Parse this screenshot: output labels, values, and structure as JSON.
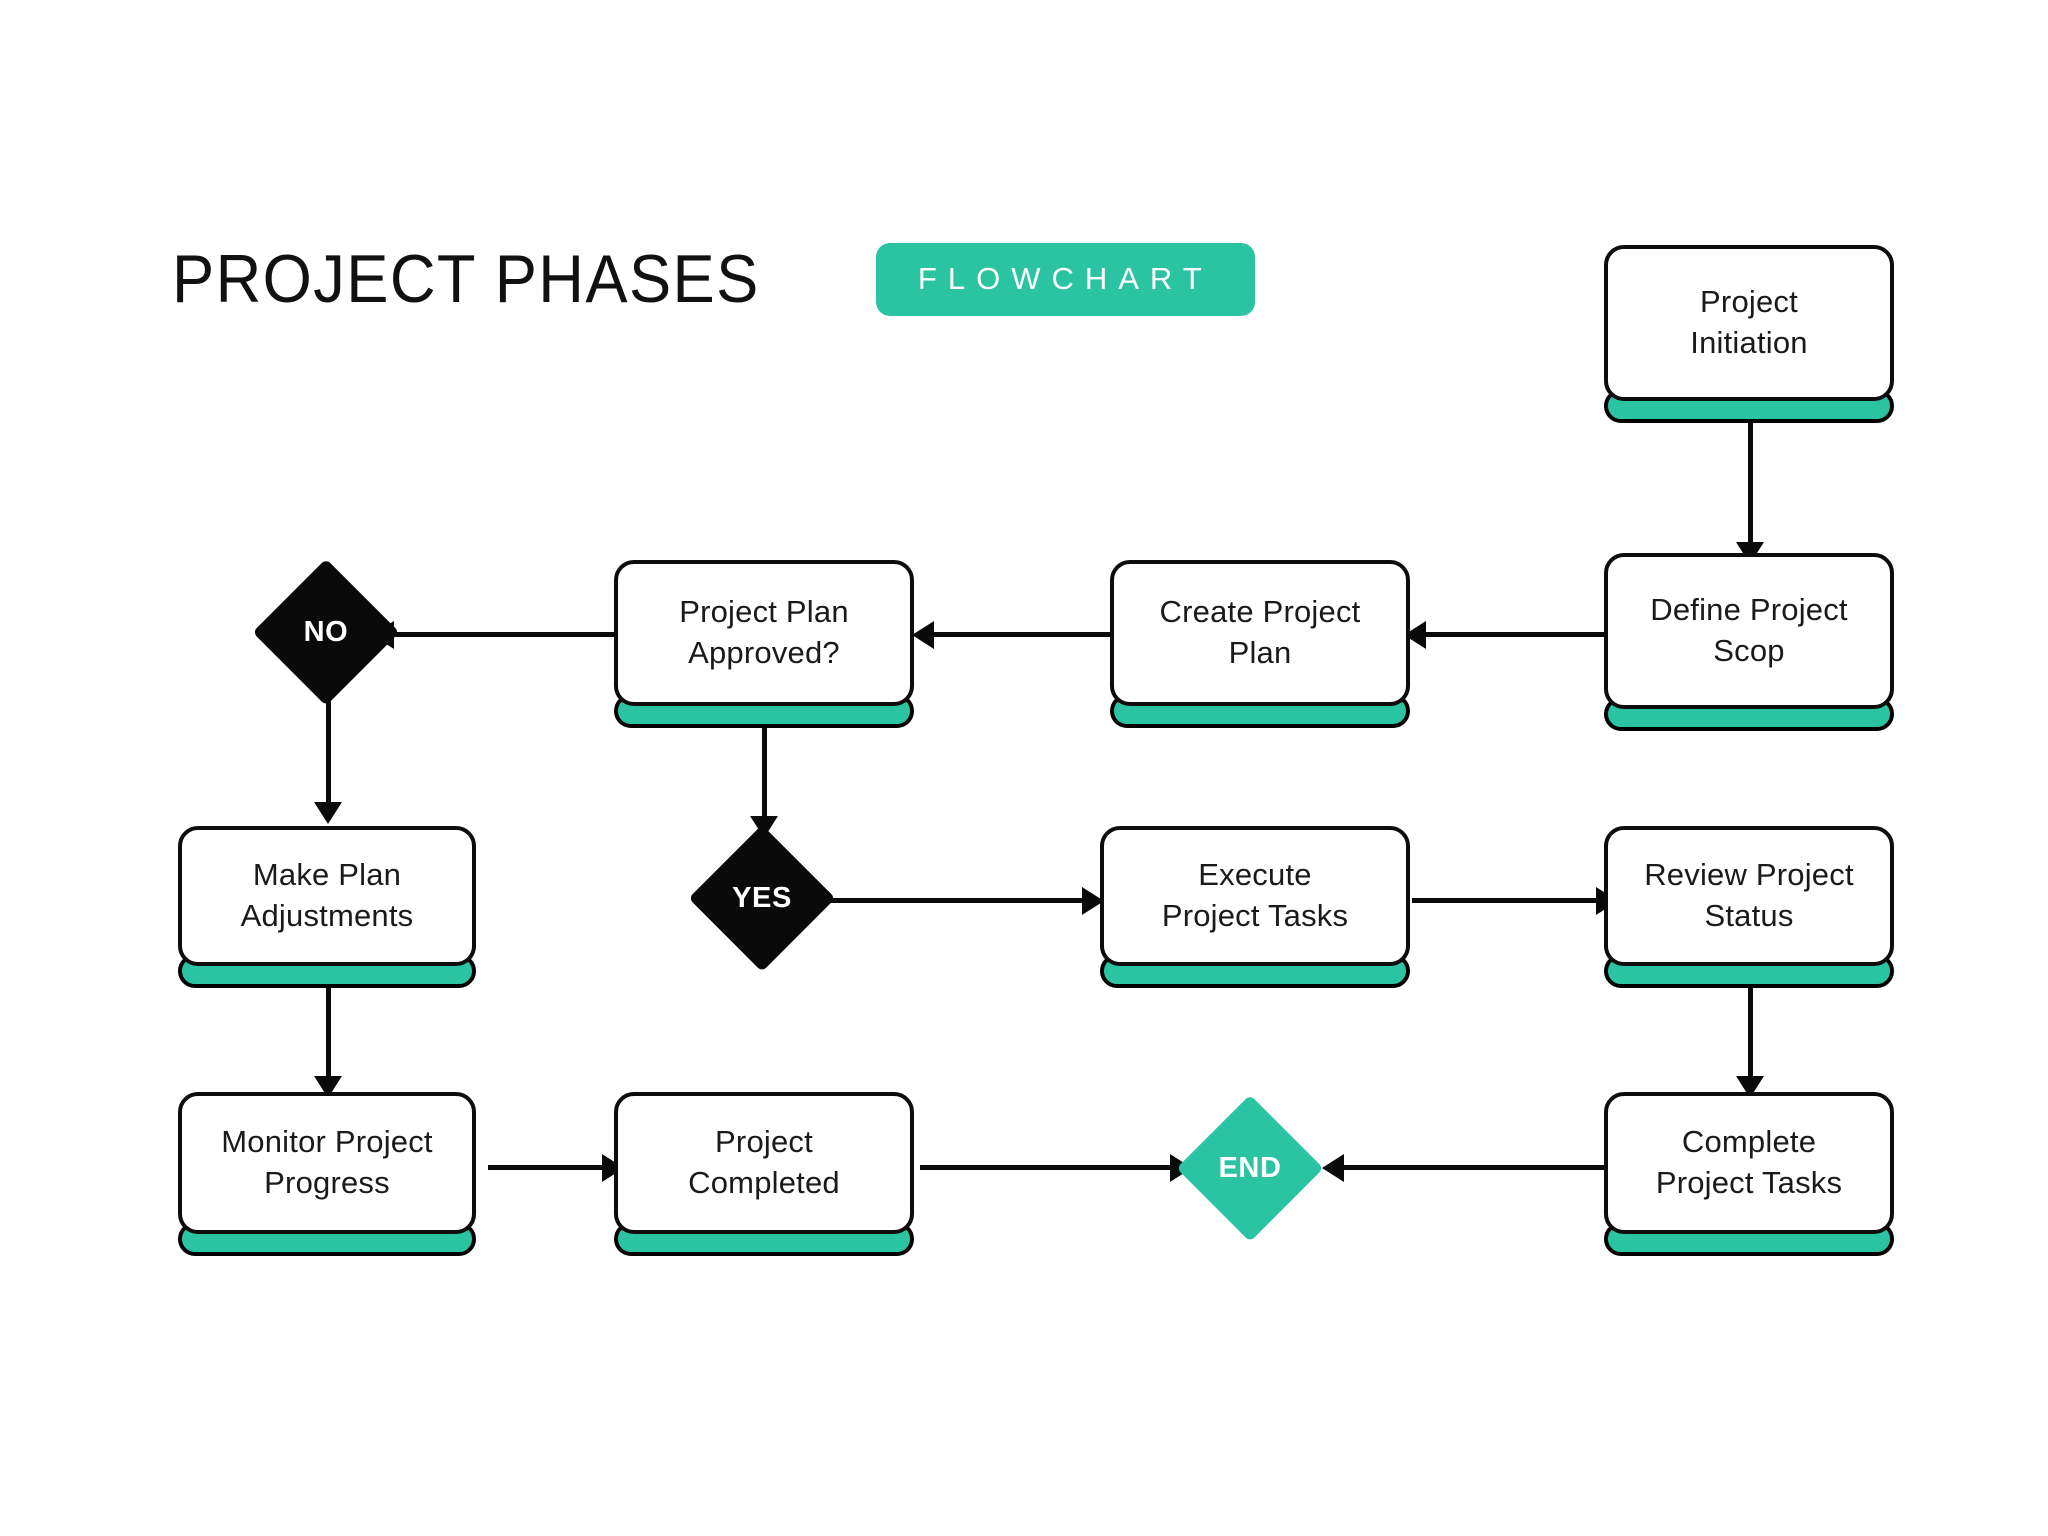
{
  "header": {
    "title": "PROJECT PHASES",
    "badge": "FLOWCHART"
  },
  "theme": {
    "accent": "#2BC4A2",
    "outline": "#0d0d0d",
    "surface": "#FFFFFF",
    "text": "#1a1a1a",
    "decision_fill": "#0a0a0a",
    "decision_text": "#FFFFFF"
  },
  "chart_data": {
    "type": "diagram",
    "title": "PROJECT PHASES",
    "subtitle": "FLOWCHART",
    "nodes": [
      {
        "id": "project-initiation",
        "label": "Project\nInitiation",
        "shape": "process",
        "row": 1,
        "col": 4
      },
      {
        "id": "define-project-scop",
        "label": "Define Project\nScop",
        "shape": "process",
        "row": 2,
        "col": 4
      },
      {
        "id": "create-project-plan",
        "label": "Create Project\nPlan",
        "shape": "process",
        "row": 2,
        "col": 3
      },
      {
        "id": "project-plan-approved",
        "label": "Project Plan\nApproved?",
        "shape": "process",
        "row": 2,
        "col": 2
      },
      {
        "id": "no-decision",
        "label": "NO",
        "shape": "decision",
        "row": 2,
        "col": 1,
        "fill": "#0a0a0a"
      },
      {
        "id": "make-plan-adjustments",
        "label": "Make Plan\nAdjustments",
        "shape": "process",
        "row": 3,
        "col": 1
      },
      {
        "id": "yes-decision",
        "label": "YES",
        "shape": "decision",
        "row": 3,
        "col": 2,
        "fill": "#0a0a0a"
      },
      {
        "id": "execute-project-tasks",
        "label": "Execute\nProject Tasks",
        "shape": "process",
        "row": 3,
        "col": 3
      },
      {
        "id": "review-project-status",
        "label": "Review Project\nStatus",
        "shape": "process",
        "row": 3,
        "col": 4
      },
      {
        "id": "monitor-project-progress",
        "label": "Monitor Project\nProgress",
        "shape": "process",
        "row": 4,
        "col": 1
      },
      {
        "id": "project-completed",
        "label": "Project\nCompleted",
        "shape": "process",
        "row": 4,
        "col": 2
      },
      {
        "id": "end-node",
        "label": "END",
        "shape": "decision",
        "row": 4,
        "col": 3,
        "fill": "#2BC4A2"
      },
      {
        "id": "complete-project-tasks",
        "label": "Complete\nProject Tasks",
        "shape": "process",
        "row": 4,
        "col": 4
      }
    ],
    "edges": [
      {
        "from": "project-initiation",
        "to": "define-project-scop",
        "direction": "down"
      },
      {
        "from": "define-project-scop",
        "to": "create-project-plan",
        "direction": "left"
      },
      {
        "from": "create-project-plan",
        "to": "project-plan-approved",
        "direction": "left"
      },
      {
        "from": "project-plan-approved",
        "to": "no-decision",
        "direction": "left"
      },
      {
        "from": "no-decision",
        "to": "make-plan-adjustments",
        "direction": "down"
      },
      {
        "from": "project-plan-approved",
        "to": "yes-decision",
        "direction": "down"
      },
      {
        "from": "yes-decision",
        "to": "execute-project-tasks",
        "direction": "right"
      },
      {
        "from": "execute-project-tasks",
        "to": "review-project-status",
        "direction": "right"
      },
      {
        "from": "review-project-status",
        "to": "complete-project-tasks",
        "direction": "down"
      },
      {
        "from": "complete-project-tasks",
        "to": "end-node",
        "direction": "left"
      },
      {
        "from": "make-plan-adjustments",
        "to": "monitor-project-progress",
        "direction": "down"
      },
      {
        "from": "monitor-project-progress",
        "to": "project-completed",
        "direction": "right"
      },
      {
        "from": "project-completed",
        "to": "end-node",
        "direction": "right"
      }
    ]
  },
  "nodes": {
    "project_initiation": "Project\nInitiation",
    "define_project_scop": "Define Project\nScop",
    "create_project_plan": "Create Project\nPlan",
    "project_plan_approved": "Project Plan\nApproved?",
    "no_decision": "NO",
    "make_plan_adjustments": "Make Plan\nAdjustments",
    "yes_decision": "YES",
    "execute_project_tasks": "Execute\nProject Tasks",
    "review_project_status": "Review Project\nStatus",
    "monitor_project_progress": "Monitor Project\nProgress",
    "project_completed": "Project\nCompleted",
    "end_node": "END",
    "complete_project_tasks": "Complete\nProject Tasks"
  }
}
